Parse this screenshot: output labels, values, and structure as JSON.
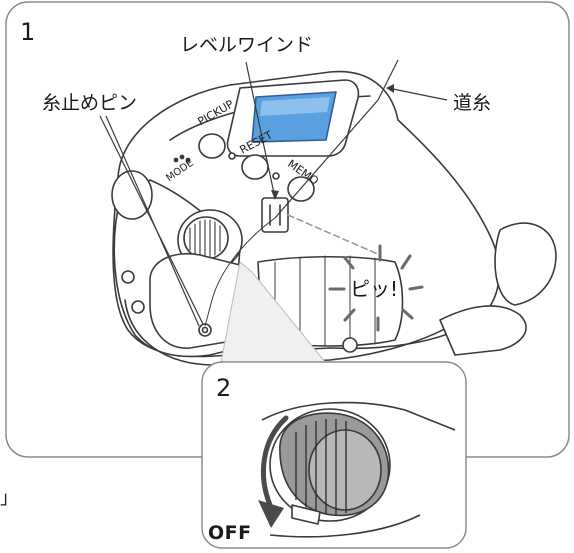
{
  "panel1": {
    "step_number": "1",
    "labels": {
      "level_wind": "レベルワインド",
      "line_stop_pin": "糸止めピン",
      "main_line": "道糸",
      "beep": "ピッ!"
    },
    "reel_buttons": {
      "pickup": "PICKUP",
      "reset": "RESET",
      "memo": "MEMO",
      "mode": "MODE"
    }
  },
  "panel2": {
    "step_number": "2",
    "off_label": "OFF"
  },
  "stray_text": "」",
  "colors": {
    "line": "#3a3a3a",
    "panel_border": "#8c8c8c",
    "lcd_blue": "#5a9fe0",
    "knob_gray": "#9a9a9a",
    "arrow": "#4a4a4a"
  }
}
